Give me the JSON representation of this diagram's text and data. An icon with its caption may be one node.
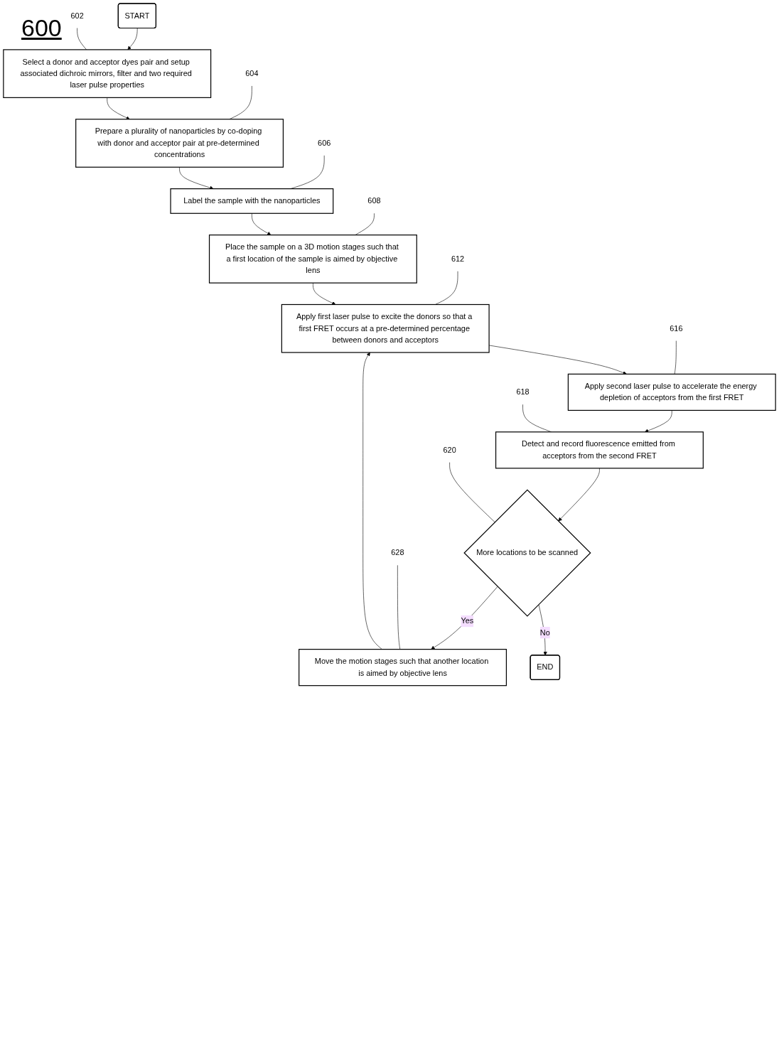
{
  "diagram": {
    "nodes": [
      {
        "text": [
          "START"
        ]
      },
      {
        "text": [
          "Select a donor and acceptor dyes pair and setup associated dichroic mirrors, filter and two required laser pulse properties"
        ]
      },
      {
        "text": [
          "602"
        ]
      },
      {
        "text": [
          "Prepare a plurality of nanoparticles by co-doping with donor and acceptor pair at pre-determined concentrations"
        ]
      },
      {
        "text": [
          "604"
        ]
      },
      {
        "text": [
          "Label the sample with the nanoparticles"
        ]
      },
      {
        "text": [
          "606"
        ]
      },
      {
        "text": [
          "Place the sample on a 3D motion stages such that a first location of the sample is aimed by objective lens"
        ]
      },
      {
        "text": [
          "608"
        ]
      },
      {
        "text": [
          "Apply first laser pulse to excite the donors so that a first FRET occurs at a pre-determined percentage between donors and acceptors"
        ]
      },
      {
        "text": [
          "612"
        ]
      },
      {
        "text": [
          "Apply second laser pulse to accelerate the energy depletion of acceptors from the first FRET"
        ]
      },
      {
        "text": [
          "616"
        ]
      },
      {
        "text": [
          "618"
        ]
      },
      {
        "text": [
          "Detect and record fluorescence emitted from acceptors from the second FRET"
        ]
      },
      {
        "text": [
          "620"
        ]
      },
      {
        "text": [
          "More locations to be scanned"
        ]
      },
      {
        "text": [
          "628"
        ]
      },
      {
        "text": [
          "Move the motion stages such that another location is aimed by objective lens"
        ]
      },
      {
        "text": [
          "END"
        ]
      }
    ],
    "edges": [
      {
        "from": 0,
        "to": 1,
        "arrow": "to"
      },
      {
        "from": 1,
        "to": 3,
        "arrow": "to"
      },
      {
        "from": 3,
        "to": 5,
        "arrow": "to"
      },
      {
        "from": 5,
        "to": 7,
        "arrow": "to"
      },
      {
        "from": 7,
        "to": 9,
        "arrow": "to"
      },
      {
        "from": 9,
        "to": 11,
        "arrow": "to"
      },
      {
        "from": 11,
        "to": 14,
        "arrow": "to"
      },
      {
        "from": 14,
        "to": 16,
        "arrow": "to"
      },
      {
        "from": 16,
        "to": 19,
        "label": "No",
        "arrow": "to"
      },
      {
        "from": 16,
        "to": 18,
        "label": "Yes",
        "arrow": "to"
      },
      {
        "from": 18,
        "to": 9,
        "arrow": "to"
      },
      {
        "from": 2,
        "to": 1,
        "arrow": "none"
      },
      {
        "from": 4,
        "to": 3,
        "arrow": "none"
      },
      {
        "from": 6,
        "to": 5,
        "arrow": "none"
      },
      {
        "from": 8,
        "to": 7,
        "arrow": "none"
      },
      {
        "from": 10,
        "to": 9,
        "arrow": "none"
      },
      {
        "from": 12,
        "to": 11,
        "arrow": "none"
      },
      {
        "from": 13,
        "to": 14,
        "arrow": "none"
      },
      {
        "from": 15,
        "to": 16,
        "arrow": "none"
      },
      {
        "from": 17,
        "to": 18,
        "arrow": "none"
      }
    ],
    "labels": [
      "600"
    ]
  }
}
